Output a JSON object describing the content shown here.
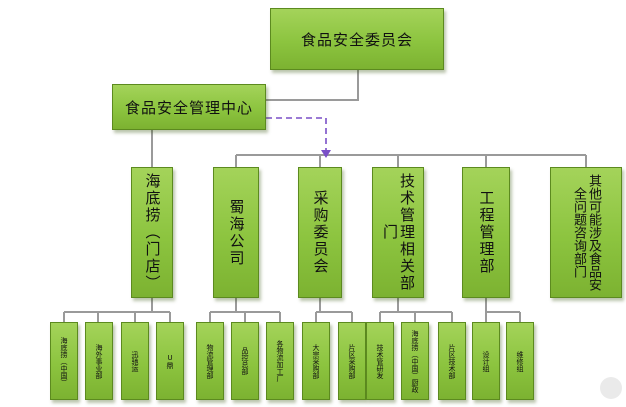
{
  "root": "食品安全委员会",
  "center": "食品安全管理中心",
  "departments": [
    {
      "label": "海底捞（门店）"
    },
    {
      "label": "蜀海公司"
    },
    {
      "label": "采购委员会"
    },
    {
      "label": "技术管理相关部门"
    },
    {
      "label": "工程管理部"
    },
    {
      "label": "其他可能涉及食品安全问题咨询部门"
    }
  ],
  "sub_units": [
    {
      "label": "海底捞（中国）"
    },
    {
      "label": "海外事业部"
    },
    {
      "label": "迅驰运"
    },
    {
      "label": "U鼎"
    },
    {
      "label": "物流管理部"
    },
    {
      "label": "品控总部"
    },
    {
      "label": "各物流加工厂"
    },
    {
      "label": "大宗采购部"
    },
    {
      "label": "片区采购部"
    },
    {
      "label": "技术管研发"
    },
    {
      "label": "海底捞（中国）厨政"
    },
    {
      "label": "片区技术部"
    },
    {
      "label": "设计组"
    },
    {
      "label": "维修组"
    }
  ],
  "colors": {
    "box_fill": "#8cc43f",
    "box_border": "#5c8a1f",
    "connector": "#9a9a9a",
    "dashed_link": "#7a4fc7"
  }
}
